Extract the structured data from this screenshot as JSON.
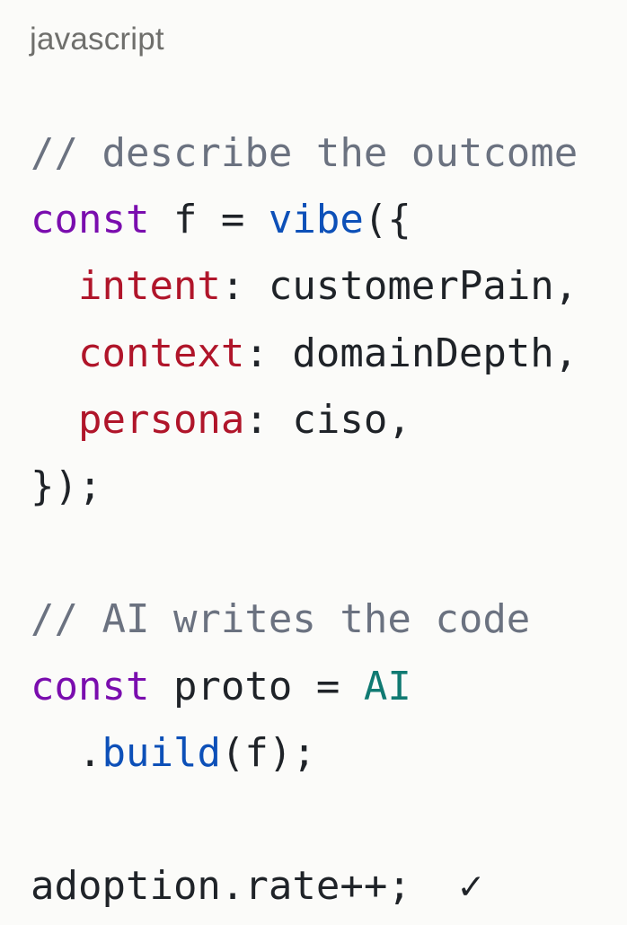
{
  "code_block": {
    "language_label": "javascript",
    "colors": {
      "background": "#fbfbf9",
      "comment": "#6b7280",
      "keyword": "#7a0dae",
      "function": "#0d50b8",
      "property": "#b0152a",
      "class": "#107a72",
      "text": "#1f2328"
    },
    "lines": [
      {
        "tokens": [
          {
            "type": "comment",
            "text": "// describe the outcome"
          }
        ]
      },
      {
        "tokens": [
          {
            "type": "keyword",
            "text": "const"
          },
          {
            "type": "plain",
            "text": " f = "
          },
          {
            "type": "function",
            "text": "vibe"
          },
          {
            "type": "plain",
            "text": "({"
          }
        ]
      },
      {
        "tokens": [
          {
            "type": "plain",
            "text": "  "
          },
          {
            "type": "property",
            "text": "intent"
          },
          {
            "type": "plain",
            "text": ": customerPain,"
          }
        ]
      },
      {
        "tokens": [
          {
            "type": "plain",
            "text": "  "
          },
          {
            "type": "property",
            "text": "context"
          },
          {
            "type": "plain",
            "text": ": domainDepth,"
          }
        ]
      },
      {
        "tokens": [
          {
            "type": "plain",
            "text": "  "
          },
          {
            "type": "property",
            "text": "persona"
          },
          {
            "type": "plain",
            "text": ": ciso,"
          }
        ]
      },
      {
        "tokens": [
          {
            "type": "plain",
            "text": "});"
          }
        ]
      },
      {
        "tokens": [
          {
            "type": "plain",
            "text": ""
          }
        ]
      },
      {
        "tokens": [
          {
            "type": "comment",
            "text": "// AI writes the code"
          }
        ]
      },
      {
        "tokens": [
          {
            "type": "keyword",
            "text": "const"
          },
          {
            "type": "plain",
            "text": " proto = "
          },
          {
            "type": "class",
            "text": "AI"
          }
        ]
      },
      {
        "tokens": [
          {
            "type": "plain",
            "text": "  ."
          },
          {
            "type": "function",
            "text": "build"
          },
          {
            "type": "plain",
            "text": "(f);"
          }
        ]
      },
      {
        "tokens": [
          {
            "type": "plain",
            "text": ""
          }
        ]
      },
      {
        "tokens": [
          {
            "type": "plain",
            "text": "adoption.rate++;  "
          },
          {
            "type": "check",
            "text": "✓"
          }
        ]
      }
    ]
  }
}
